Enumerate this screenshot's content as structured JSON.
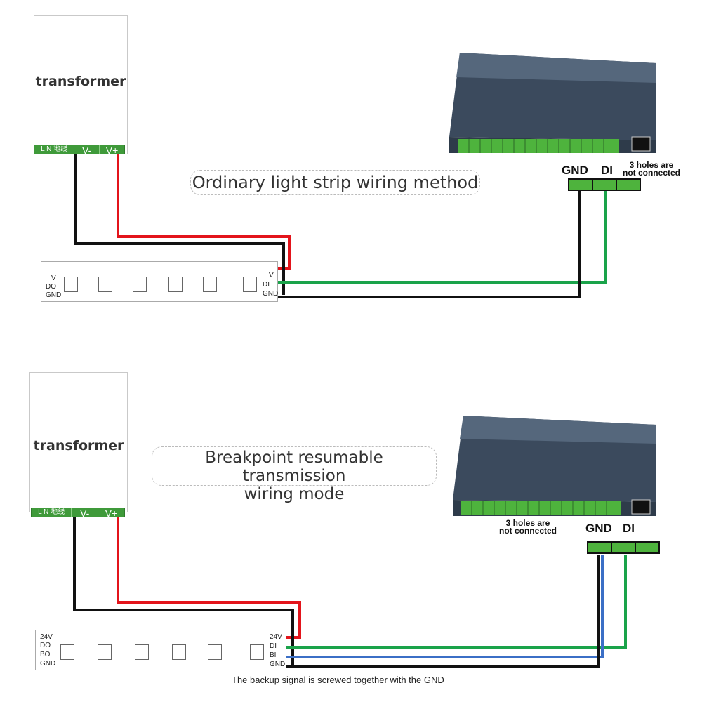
{
  "diagram1": {
    "psu_title": "transformer",
    "psu_terminals": [
      "L N 地线",
      "V-",
      "V+"
    ],
    "caption": "Ordinary light strip wiring method",
    "strip_left_pins": [
      "V",
      "DO",
      "GND"
    ],
    "strip_right_pins": [
      "V",
      "DI",
      "GND"
    ],
    "controller_labels": {
      "gnd": "GND",
      "di": "DI",
      "note_line1": "3 holes are",
      "note_line2": "not connected"
    }
  },
  "diagram2": {
    "psu_title": "transformer",
    "psu_terminals": [
      "L N 地线",
      "V-",
      "V+"
    ],
    "caption_line1": "Breakpoint resumable transmission",
    "caption_line2": "wiring mode",
    "strip_left_pins": [
      "24V",
      "DO",
      "BO",
      "GND"
    ],
    "strip_right_pins": [
      "24V",
      "DI",
      "BI",
      "GND"
    ],
    "controller_labels": {
      "gnd": "GND",
      "di": "DI",
      "note_line1": "3 holes are",
      "note_line2": "not connected"
    },
    "footnote": "The backup signal is screwed together with the GND"
  },
  "colors": {
    "red": "#e3141b",
    "black": "#111111",
    "green": "#1aa34a",
    "blue": "#3b6fc6",
    "terminal_green": "#4eb33d",
    "controller_body": "#4a5a6e"
  }
}
